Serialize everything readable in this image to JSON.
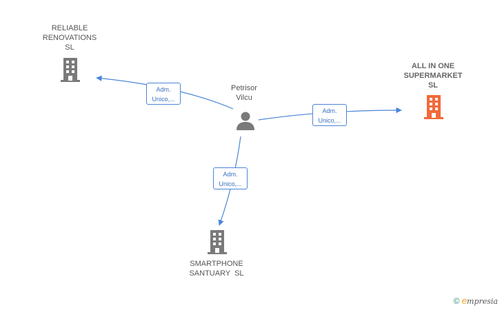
{
  "nodes": {
    "person": {
      "line1": "Petrisor",
      "line2": "Vilcu"
    },
    "reliable": {
      "line1": "RELIABLE",
      "line2": "RENOVATIONS",
      "line3": "SL"
    },
    "allinone": {
      "line1": "ALL IN ONE",
      "line2": "SUPERMARKET",
      "line3": "SL",
      "color": "#f26a3a"
    },
    "smartphone": {
      "line1": "SMARTPHONE",
      "line2": "SANTUARY  SL"
    }
  },
  "relations": [
    {
      "line1": "Adm.",
      "line2": "Unico,..."
    },
    {
      "line1": "Adm.",
      "line2": "Unico,..."
    },
    {
      "line1": "Adm.",
      "line2": "Unico,..."
    }
  ],
  "colors": {
    "edge": "#4a86d8",
    "building": "#7a7a7a",
    "highlight": "#f26a3a"
  },
  "footer": {
    "copyright": "©",
    "brand_e": "e",
    "brand_rest": "mpresia"
  }
}
